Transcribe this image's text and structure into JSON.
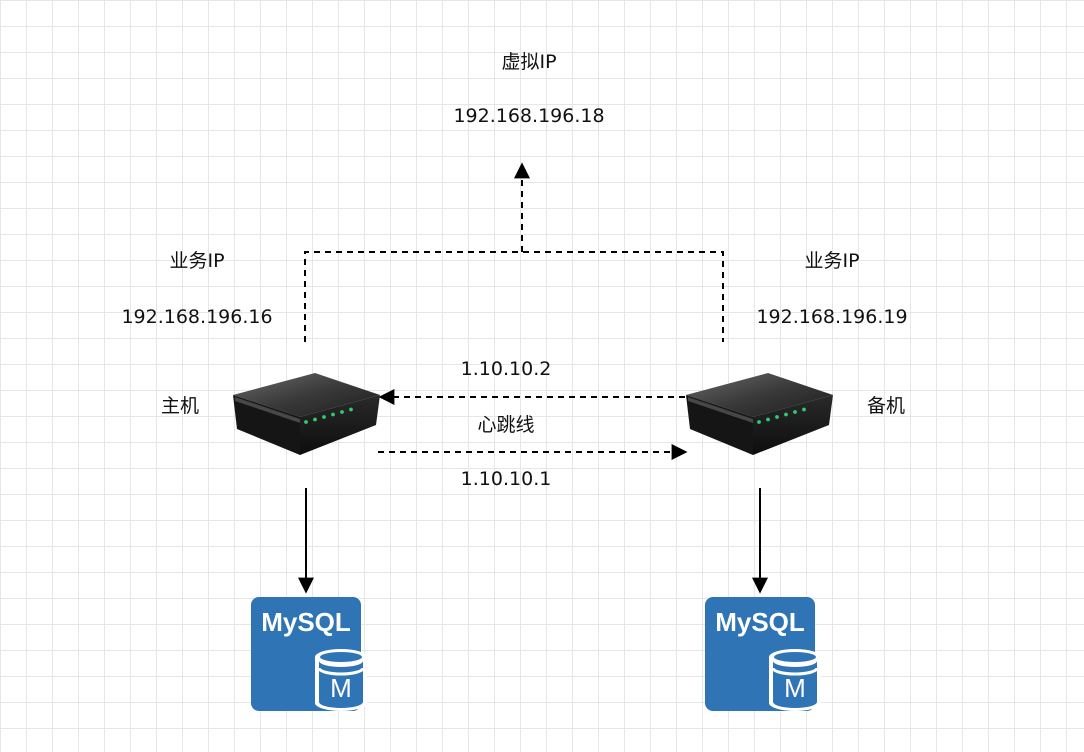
{
  "vip": {
    "title": "虚拟IP",
    "address": "192.168.196.18"
  },
  "primary": {
    "name": "主机",
    "service_ip_title": "业务IP",
    "service_ip": "192.168.196.16",
    "db_label": "MySQL",
    "db_badge": "M"
  },
  "standby": {
    "name": "备机",
    "service_ip_title": "业务IP",
    "service_ip": "192.168.196.19",
    "db_label": "MySQL",
    "db_badge": "M"
  },
  "heartbeat": {
    "label": "心跳线",
    "ip_from_standby": "1.10.10.2",
    "ip_from_primary": "1.10.10.1"
  },
  "colors": {
    "mysql_blue": "#2f74b5",
    "device_dark": "#2b2b2b",
    "led_green": "#2ecc71",
    "line": "#000000"
  }
}
